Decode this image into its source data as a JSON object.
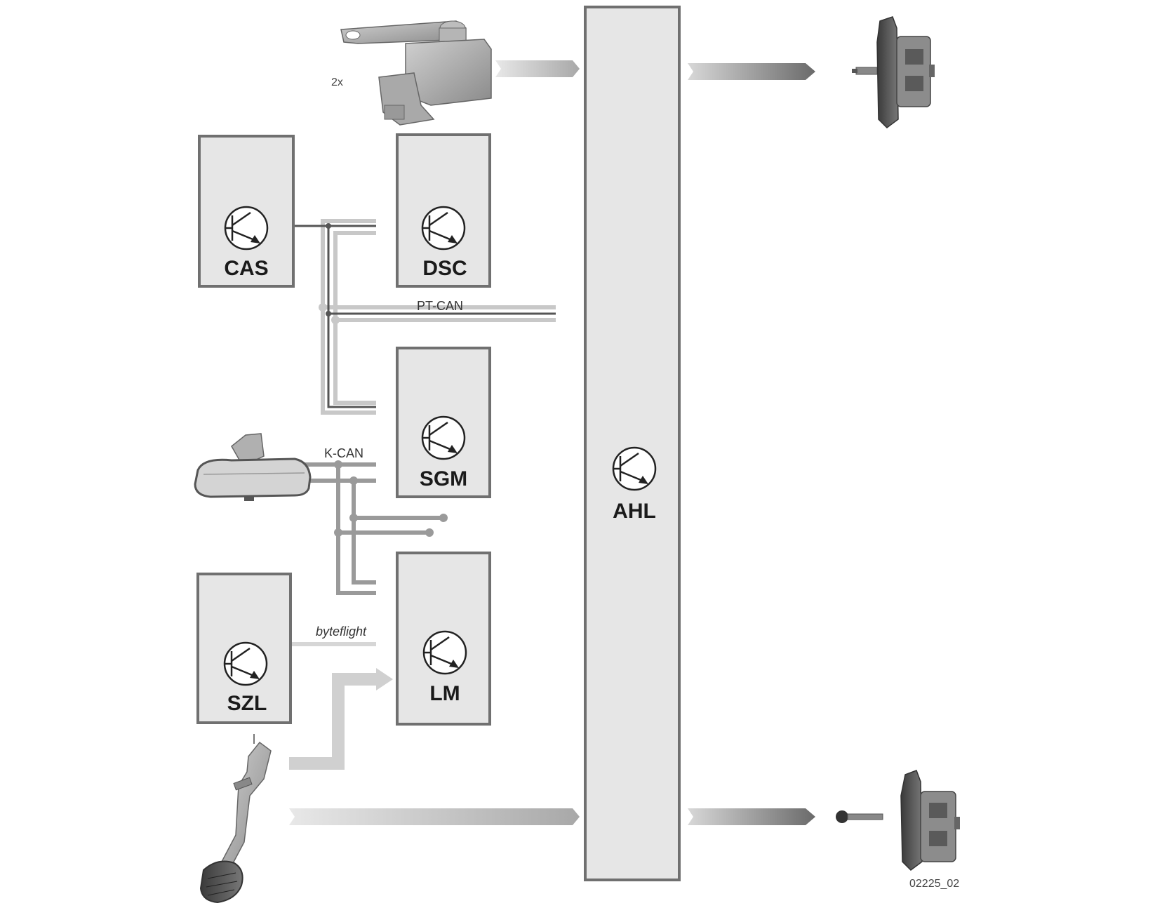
{
  "sensor_count_label": "2x",
  "ecus": {
    "cas": "CAS",
    "dsc": "DSC",
    "sgm": "SGM",
    "lm": "LM",
    "szl": "SZL",
    "ahl": "AHL"
  },
  "buses": {
    "pt_can": "PT-CAN",
    "k_can": "K-CAN",
    "byteflight": "byteflight"
  },
  "figure_id": "02225_02",
  "colors": {
    "box_fill": "#e6e6e6",
    "box_stroke": "#707070",
    "bus_dark": "#555555",
    "bus_light": "#c4c4c4",
    "bus_mid": "#9a9a9a"
  }
}
